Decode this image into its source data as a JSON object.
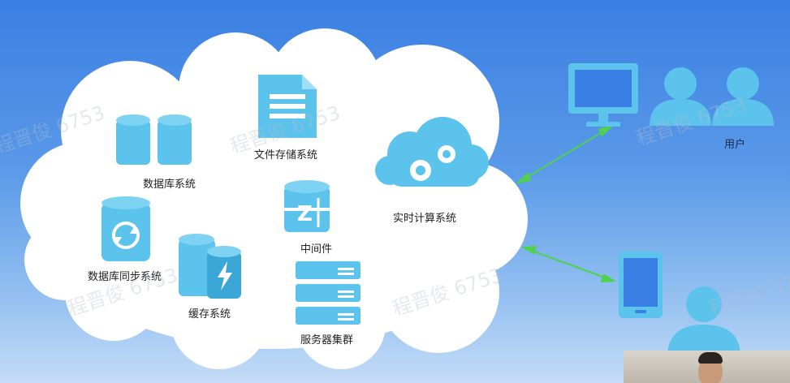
{
  "labels": {
    "database": "数据库系统",
    "db_sync": "数据库同步系统",
    "cache": "缓存系统",
    "file_storage": "文件存储系统",
    "middleware": "中间件",
    "server_cluster": "服务器集群",
    "realtime": "实时计算系统",
    "users": "用户"
  },
  "watermark": "程晋俊 6753",
  "colors": {
    "icon": "#5bc3ec",
    "icon_dark": "#3aa7d6",
    "arrow": "#4fd14f",
    "cloud": "#ffffff"
  },
  "icons": [
    "database-icon",
    "db-sync-icon",
    "cache-icon",
    "file-icon",
    "middleware-icon",
    "server-icon",
    "realtime-cloud-icon",
    "monitor-icon",
    "users-icon",
    "phone-icon",
    "mobile-user-icon"
  ]
}
